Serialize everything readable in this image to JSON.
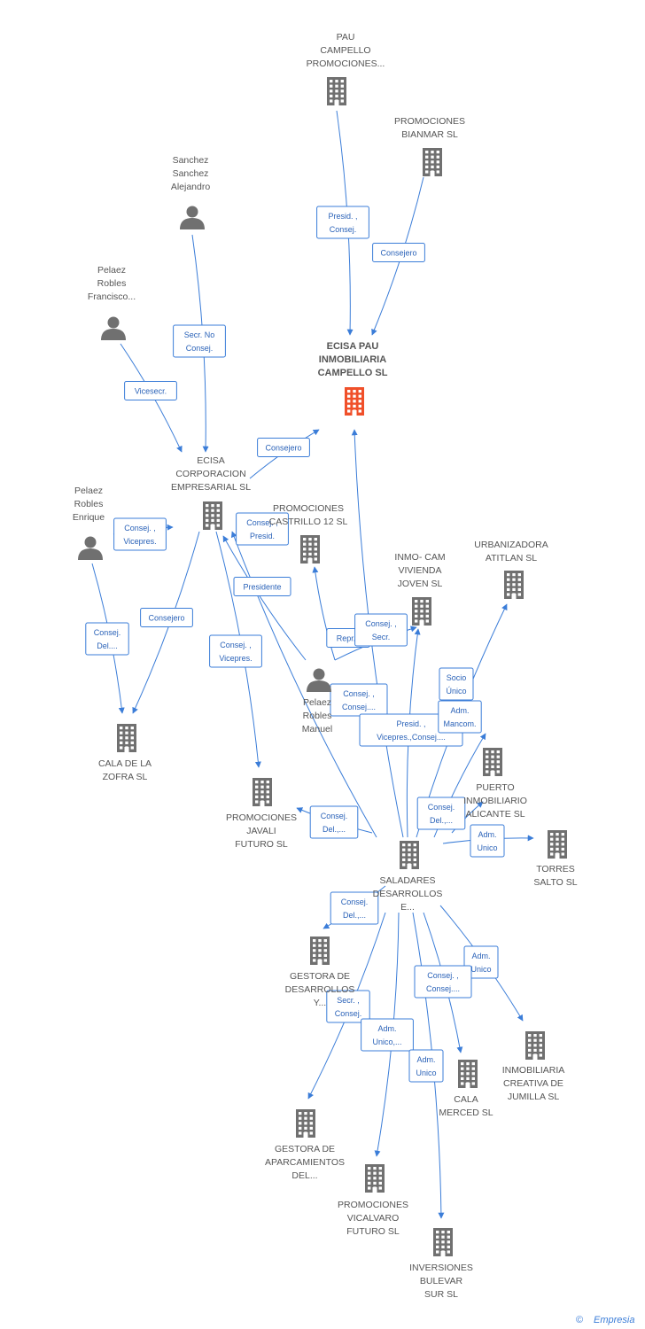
{
  "colors": {
    "edge": "#3b7dd8",
    "node": "#707070",
    "focus": "#f0502a",
    "label": "#555555"
  },
  "nodes": [
    {
      "id": "pau",
      "type": "company",
      "lines": [
        "PAU",
        "CAMPELLO",
        "PROMOCIONES..."
      ]
    },
    {
      "id": "bianmar",
      "type": "company",
      "lines": [
        "PROMOCIONES",
        "BIANMAR  SL"
      ]
    },
    {
      "id": "sanchez",
      "type": "person",
      "lines": [
        "Sanchez",
        "Sanchez",
        "Alejandro"
      ]
    },
    {
      "id": "pelaezfr",
      "type": "person",
      "lines": [
        "Pelaez",
        "Robles",
        "Francisco..."
      ]
    },
    {
      "id": "ecisapau",
      "type": "focus",
      "lines": [
        "ECISA PAU",
        "INMOBILIARIA",
        "CAMPELLO SL"
      ]
    },
    {
      "id": "ecisacorp",
      "type": "company",
      "lines": [
        "ECISA",
        "CORPORACION",
        "EMPRESARIAL SL"
      ]
    },
    {
      "id": "pelaezen",
      "type": "person",
      "lines": [
        "Pelaez",
        "Robles",
        "Enrique"
      ]
    },
    {
      "id": "castrillo",
      "type": "company",
      "lines": [
        "PROMOCIONES",
        "CASTRILLO 12 SL"
      ]
    },
    {
      "id": "inmocam",
      "type": "company",
      "lines": [
        "INMO- CAM",
        "VIVIENDA",
        "JOVEN SL"
      ]
    },
    {
      "id": "atitlan",
      "type": "company",
      "lines": [
        "URBANIZADORA",
        "ATITLAN SL"
      ]
    },
    {
      "id": "pelaezma",
      "type": "person",
      "lines": [
        "Pelaez",
        "Robles",
        "Manuel"
      ]
    },
    {
      "id": "zofra",
      "type": "company",
      "lines": [
        "CALA DE LA",
        "ZOFRA SL"
      ]
    },
    {
      "id": "puerto",
      "type": "company",
      "lines": [
        "PUERTO",
        "INMOBILIARIO",
        "ALICANTE SL"
      ]
    },
    {
      "id": "javali",
      "type": "company",
      "lines": [
        "PROMOCIONES",
        "JAVALI",
        "FUTURO SL"
      ]
    },
    {
      "id": "saladares",
      "type": "company",
      "lines": [
        "SALADARES",
        "DESARROLLOS",
        "E..."
      ]
    },
    {
      "id": "torres",
      "type": "company",
      "lines": [
        "TORRES",
        "SALTO SL"
      ]
    },
    {
      "id": "gestoradesa",
      "type": "company",
      "lines": [
        "GESTORA DE",
        "DESARROLLOS",
        "Y..."
      ]
    },
    {
      "id": "jumilla",
      "type": "company",
      "lines": [
        "INMOBILIARIA",
        "CREATIVA DE",
        "JUMILLA SL"
      ]
    },
    {
      "id": "merced",
      "type": "company",
      "lines": [
        "CALA",
        "MERCED SL"
      ]
    },
    {
      "id": "gestoraapa",
      "type": "company",
      "lines": [
        "GESTORA DE",
        "APARCAMIENTOS",
        "DEL..."
      ]
    },
    {
      "id": "vicalvaro",
      "type": "company",
      "lines": [
        "PROMOCIONES",
        "VICALVARO",
        "FUTURO SL"
      ]
    },
    {
      "id": "bulevar",
      "type": "company",
      "lines": [
        "INVERSIONES",
        "BULEVAR",
        "SUR SL"
      ]
    }
  ],
  "edges": [
    {
      "from": "pau",
      "to": "ecisapau",
      "label": [
        "Presid. ,",
        "Consej."
      ]
    },
    {
      "from": "bianmar",
      "to": "ecisapau",
      "label": [
        "Consejero"
      ]
    },
    {
      "from": "sanchez",
      "to": "ecisacorp",
      "label": [
        "Secr.  No",
        "Consej."
      ]
    },
    {
      "from": "pelaezfr",
      "to": "ecisacorp",
      "label": [
        "Vicesecr."
      ]
    },
    {
      "from": "ecisacorp",
      "to": "ecisapau",
      "label": [
        "Consejero"
      ]
    },
    {
      "from": "pelaezen",
      "to": "ecisacorp",
      "label": [
        "Consej. ,",
        "Vicepres."
      ]
    },
    {
      "from": "pelaezen",
      "to": "zofra",
      "label": [
        "Consej.",
        "Del...."
      ]
    },
    {
      "from": "ecisacorp",
      "to": "zofra",
      "label": [
        "Consejero"
      ]
    },
    {
      "from": "ecisacorp",
      "to": "javali",
      "label": [
        "Consej. ,",
        "Vicepres."
      ]
    },
    {
      "from": "pelaezma",
      "to": "ecisacorp",
      "label": [
        "Presidente"
      ]
    },
    {
      "from": "pelaezma",
      "to": "castrillo",
      "label": [
        "Repr..."
      ]
    },
    {
      "from": "pelaezma",
      "to": "inmocam",
      "label": [
        "Consej. ,",
        "Secr."
      ]
    },
    {
      "from": "saladares",
      "to": "ecisacorp",
      "label": [
        "Consej. ,",
        "Presid."
      ]
    },
    {
      "from": "saladares",
      "to": "ecisapau",
      "label": [
        "Consej. ,",
        "Consej...."
      ]
    },
    {
      "from": "saladares",
      "to": "inmocam",
      "label": [
        "Presid. ,",
        "Vicepres.,Consej...."
      ]
    },
    {
      "from": "saladares",
      "to": "atitlan",
      "label": [
        "Socio",
        "Único"
      ]
    },
    {
      "from": "saladares",
      "to": "puerto",
      "label": [
        "Adm.",
        "Mancom."
      ]
    },
    {
      "from": "saladares",
      "to": "javali",
      "label": [
        "Consej.",
        "Del.,..."
      ]
    },
    {
      "from": "saladares",
      "to": "puerto2",
      "label": [
        "Consej.",
        "Del.,..."
      ]
    },
    {
      "from": "saladares",
      "to": "torres",
      "label": [
        "Adm.",
        "Unico"
      ]
    },
    {
      "from": "saladares",
      "to": "gestoradesa",
      "label": [
        "Consej.",
        "Del.,..."
      ]
    },
    {
      "from": "saladares",
      "to": "jumilla",
      "label": [
        "Adm.",
        "Unico"
      ]
    },
    {
      "from": "saladares",
      "to": "merced",
      "label": [
        "Consej. ,",
        "Consej...."
      ]
    },
    {
      "from": "saladares",
      "to": "gestoraapa",
      "label": [
        "Secr. ,",
        "Consej."
      ]
    },
    {
      "from": "saladares",
      "to": "vicalvaro",
      "label": [
        "Adm.",
        "Unico,..."
      ]
    },
    {
      "from": "saladares",
      "to": "bulevar",
      "label": [
        "Adm.",
        "Unico"
      ]
    }
  ],
  "footer": {
    "copyright": "©",
    "brand": "Empresia"
  }
}
